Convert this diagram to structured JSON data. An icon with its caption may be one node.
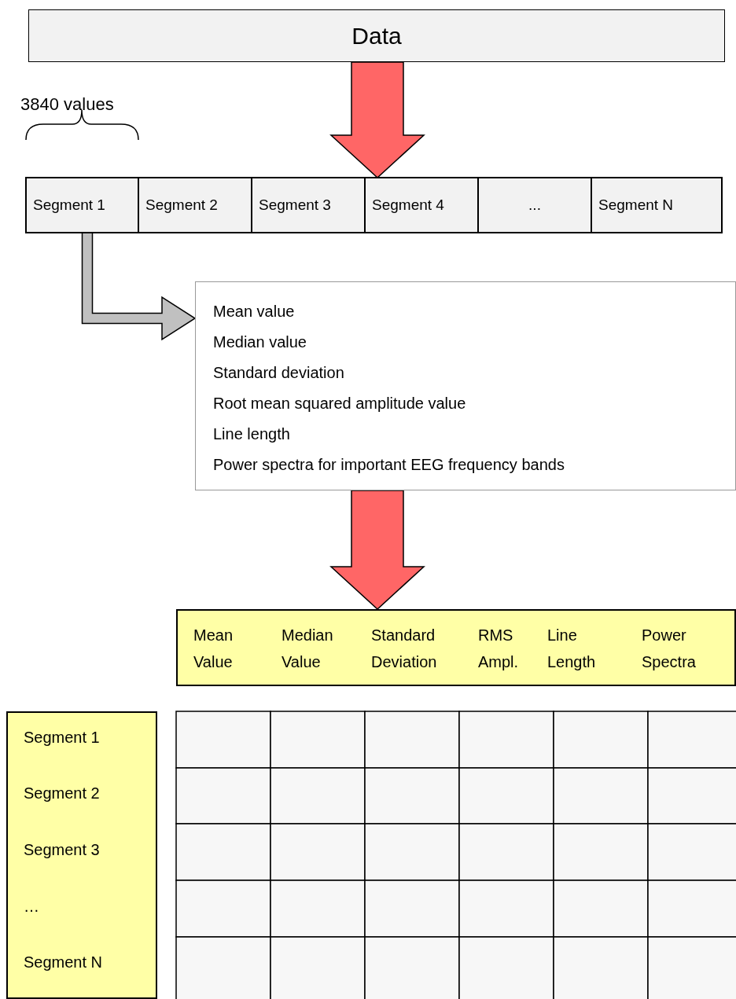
{
  "diagram": {
    "nodes": [
      {
        "text": [
          "Data"
        ]
      },
      {
        "text": [],
        "shape": "bar"
      },
      {
        "text": [
          "Segment 1"
        ],
        "in": 1
      },
      {
        "text": [
          "Segment 2"
        ],
        "in": 1
      },
      {
        "text": [
          "Segment 3"
        ],
        "in": 1
      },
      {
        "text": [
          "Segment 4"
        ],
        "in": 1
      },
      {
        "text": [
          "..."
        ],
        "in": 1
      },
      {
        "text": [
          "Segment N"
        ],
        "in": 1
      },
      {
        "text": [
          "Mean value",
          "Median value",
          "Standard deviation",
          "Root mean squared amplitude value",
          "Line length",
          "Power spectra for important EEG frequency bands"
        ]
      },
      {
        "text": [
          "Mean Value",
          "Median Value",
          "Standard Deviation",
          "RMS Ampl.",
          "Line Length",
          "Power Spectra"
        ]
      },
      {
        "text": [
          "Segment 1",
          "Segment 2",
          "Segment 3",
          "…",
          "Segment N"
        ]
      }
    ],
    "edges": [
      {
        "from": 0,
        "to": 1,
        "arrow": "to"
      },
      {
        "from": 2,
        "to": 8,
        "arrow": "to",
        "color": "#c0c0c0"
      },
      {
        "from": 8,
        "to": 9,
        "arrow": "to"
      }
    ],
    "labels": [
      "3840 values"
    ]
  }
}
